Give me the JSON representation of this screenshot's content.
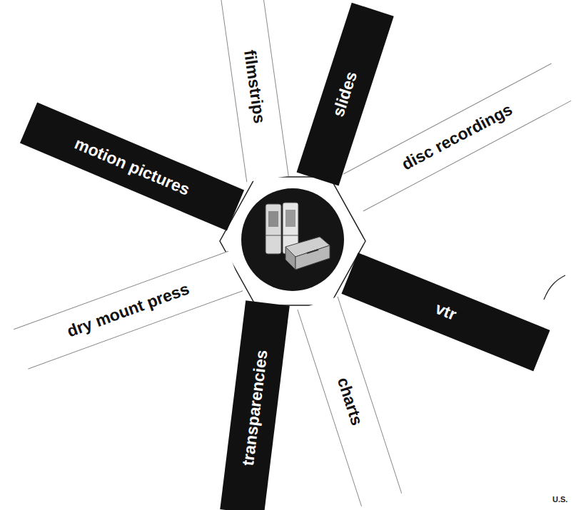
{
  "diagram": {
    "nodes": [
      {
        "text": [
          "filmstrips"
        ]
      },
      {
        "text": [
          "slides"
        ]
      },
      {
        "text": [
          "disc recordings"
        ]
      },
      {
        "text": [
          "vtr"
        ]
      },
      {
        "text": [
          "charts"
        ]
      },
      {
        "text": [
          "transparencies"
        ]
      },
      {
        "text": [
          "dry mount press"
        ]
      },
      {
        "text": [
          "motion pictures"
        ]
      }
    ],
    "labels": [
      "U.S."
    ]
  }
}
